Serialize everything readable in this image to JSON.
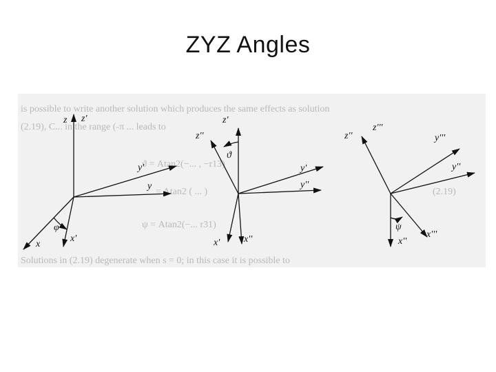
{
  "slide": {
    "title": "ZYZ Angles"
  },
  "figure": {
    "background_color": "#f1f1f1",
    "ink_color": "#111111",
    "ghost_color": "#b9b9b9",
    "frame1": {
      "labels": {
        "z": "z",
        "z_prime": "z'",
        "y_prime": "y'",
        "y": "y",
        "x": "x",
        "x_prime": "x'",
        "angle": "φ"
      }
    },
    "frame2": {
      "labels": {
        "z_prime": "z'",
        "z_double": "z''",
        "y_prime": "y'",
        "y_double": "y''",
        "x_prime": "x'",
        "x_double": "x''",
        "angle": "ϑ"
      }
    },
    "frame3": {
      "labels": {
        "z_double": "z''",
        "z_triple": "z'''",
        "y_triple": "y'''",
        "y_double": "y''",
        "x_double": "x''",
        "x_triple": "x'''",
        "angle": "ψ"
      }
    },
    "background_text": [
      "is possible to write another solution which produces the same effects as solution",
      "(2.19), C... in the range (-π ... leads to",
      "ϑ = Atan2(−... , −r13)",
      "= Atan2 ( ... )",
      "(2.19)",
      "ψ = Atan2(−... r31)",
      "Solutions in (2.19) degenerate when s = 0; in this case it is possible to"
    ]
  }
}
